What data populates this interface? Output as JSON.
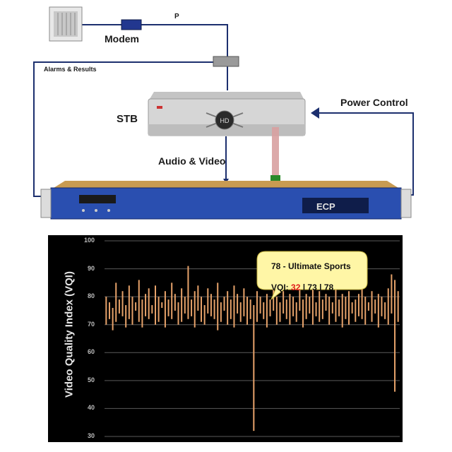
{
  "diagram": {
    "modem_label": "Modem",
    "p_label": "P",
    "alarms_label": "Alarms & Results",
    "stb_label": "STB",
    "stb_display": "HD",
    "power_label": "Power Control",
    "av_label": "Audio & Video",
    "rack_logo": "ECP",
    "colors": {
      "wire": "#1c2f6e",
      "rack": "#2a4fb0",
      "modem": "#22378f",
      "stb": "#d6d6d6",
      "chart_series": "#e6a26a"
    }
  },
  "callout": {
    "title": "78 - Ultimate Sports",
    "vqi_prefix": "VQI:",
    "vqi_low": "32",
    "vqi_sep1": "|",
    "vqi_mid": "73",
    "vqi_sep2": "|",
    "vqi_high": "78"
  },
  "chart_data": {
    "type": "bar",
    "ylabel": "Video Quality Index (VQI)",
    "ylim": [
      30,
      100
    ],
    "yticks": [
      30,
      40,
      50,
      60,
      70,
      80,
      90,
      100
    ],
    "grid": true,
    "series": [
      {
        "low": [
          70,
          72,
          68,
          71,
          74,
          73,
          69,
          72,
          70,
          75,
          71,
          69,
          73,
          72,
          74,
          70,
          71,
          76,
          69,
          73,
          72,
          75,
          70,
          71,
          74,
          72,
          73,
          69,
          75,
          71,
          70,
          74,
          73,
          72,
          68,
          71,
          75,
          70,
          72,
          69,
          74,
          71,
          73,
          70,
          72,
          32,
          71,
          74,
          72,
          69,
          73,
          75,
          70,
          71,
          74,
          72,
          70,
          73,
          71,
          75,
          69,
          72,
          74,
          70,
          73,
          71,
          72,
          75,
          70,
          74,
          71,
          73,
          69,
          72,
          70,
          74,
          71,
          73,
          72,
          70,
          75,
          71,
          74,
          69,
          73,
          72,
          70,
          74,
          46,
          71
        ],
        "high": [
          80,
          78,
          76,
          85,
          79,
          82,
          77,
          84,
          80,
          78,
          86,
          79,
          81,
          83,
          77,
          84,
          80,
          78,
          82,
          79,
          85,
          81,
          78,
          83,
          80,
          91,
          79,
          82,
          84,
          80,
          77,
          83,
          81,
          79,
          85,
          78,
          80,
          82,
          79,
          84,
          81,
          78,
          83,
          80,
          79,
          77,
          82,
          80,
          78,
          81,
          79,
          83,
          80,
          78,
          82,
          79,
          81,
          80,
          78,
          83,
          79,
          81,
          80,
          84,
          78,
          82,
          79,
          81,
          80,
          78,
          83,
          79,
          81,
          80,
          82,
          78,
          79,
          81,
          83,
          80,
          78,
          82,
          79,
          81,
          80,
          78,
          83,
          88,
          86,
          82
        ]
      }
    ]
  }
}
